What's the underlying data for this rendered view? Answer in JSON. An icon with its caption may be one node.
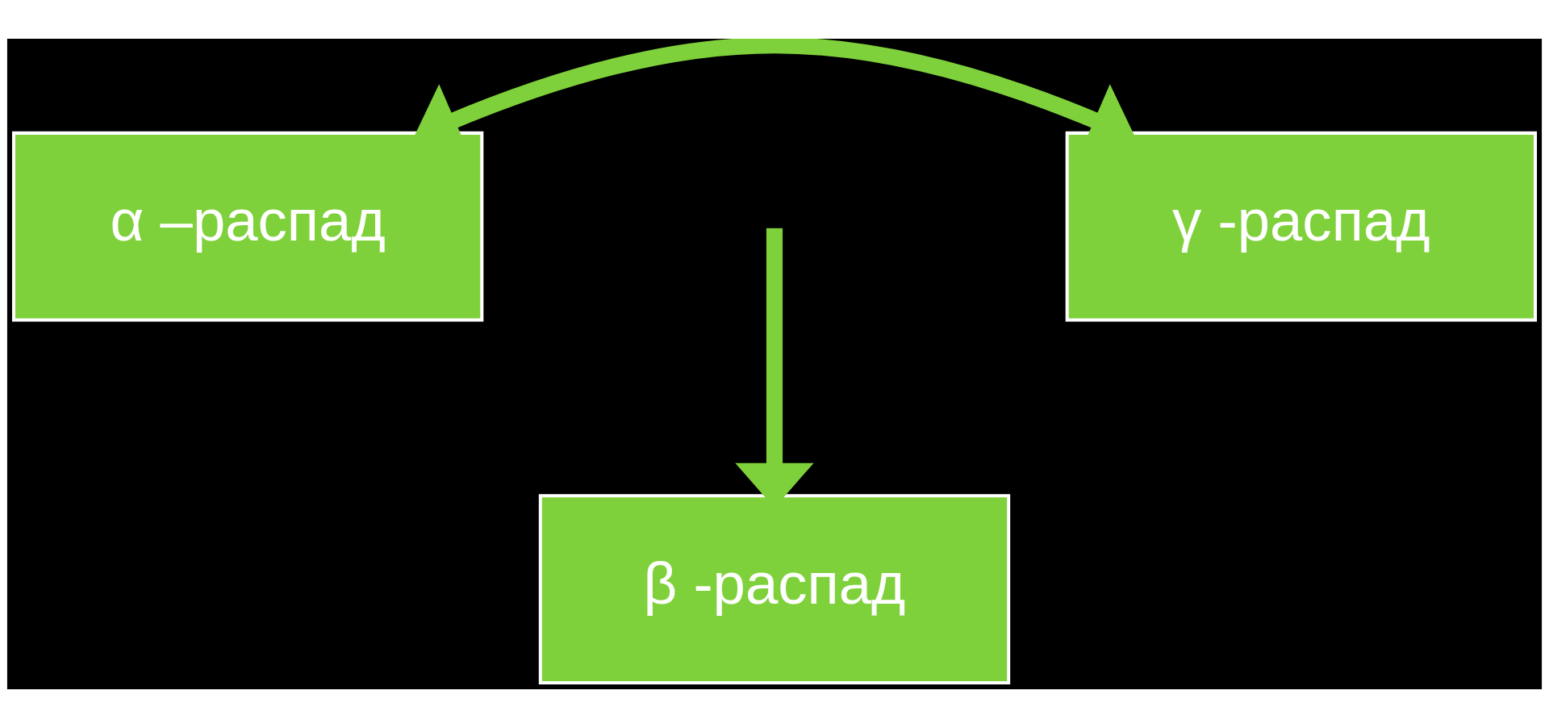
{
  "diagram": {
    "nodes": [
      {
        "text": [
          "α –распад"
        ]
      },
      {
        "text": [
          "γ -распад"
        ]
      },
      {
        "text": [
          "β -распад"
        ]
      }
    ],
    "edges": [
      {
        "from": 0,
        "to": 1,
        "arrow": "both"
      },
      {
        "from": null,
        "to": 2,
        "arrow": "to"
      }
    ]
  }
}
